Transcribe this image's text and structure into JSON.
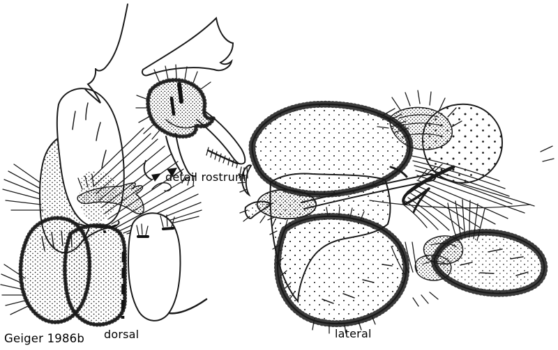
{
  "figure": {
    "citation": "Geiger 1986b",
    "labels": {
      "dorsal": "dorsal",
      "detail_rostrum": "detail rostrum",
      "lateral": "lateral"
    },
    "colors": {
      "ink": "#1a1a1a",
      "background": "#ffffff"
    }
  }
}
